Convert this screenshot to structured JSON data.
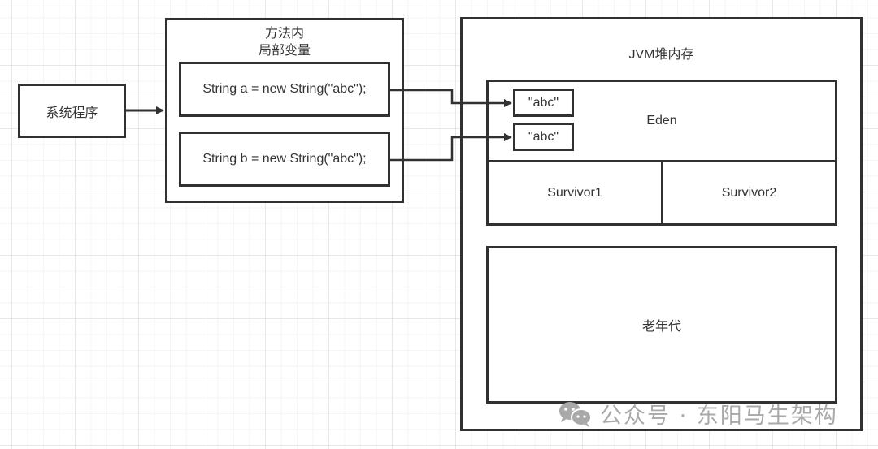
{
  "diagram": {
    "system_program": "系统程序",
    "method_box": {
      "title_line1": "方法内",
      "title_line2": "局部变量",
      "statements": [
        "String a = new String(\"abc\");",
        "String b = new String(\"abc\");"
      ]
    },
    "heap": {
      "title": "JVM堆内存",
      "eden": {
        "label": "Eden",
        "objects": [
          "\"abc\"",
          "\"abc\""
        ]
      },
      "survivor1": "Survivor1",
      "survivor2": "Survivor2",
      "old_gen": "老年代"
    }
  },
  "watermark": {
    "icon": "wechat-icon",
    "text": "公众号 · 东阳马生架构"
  },
  "colors": {
    "stroke": "#2f3133",
    "text": "#333333",
    "watermark": "#a9a9a9"
  }
}
